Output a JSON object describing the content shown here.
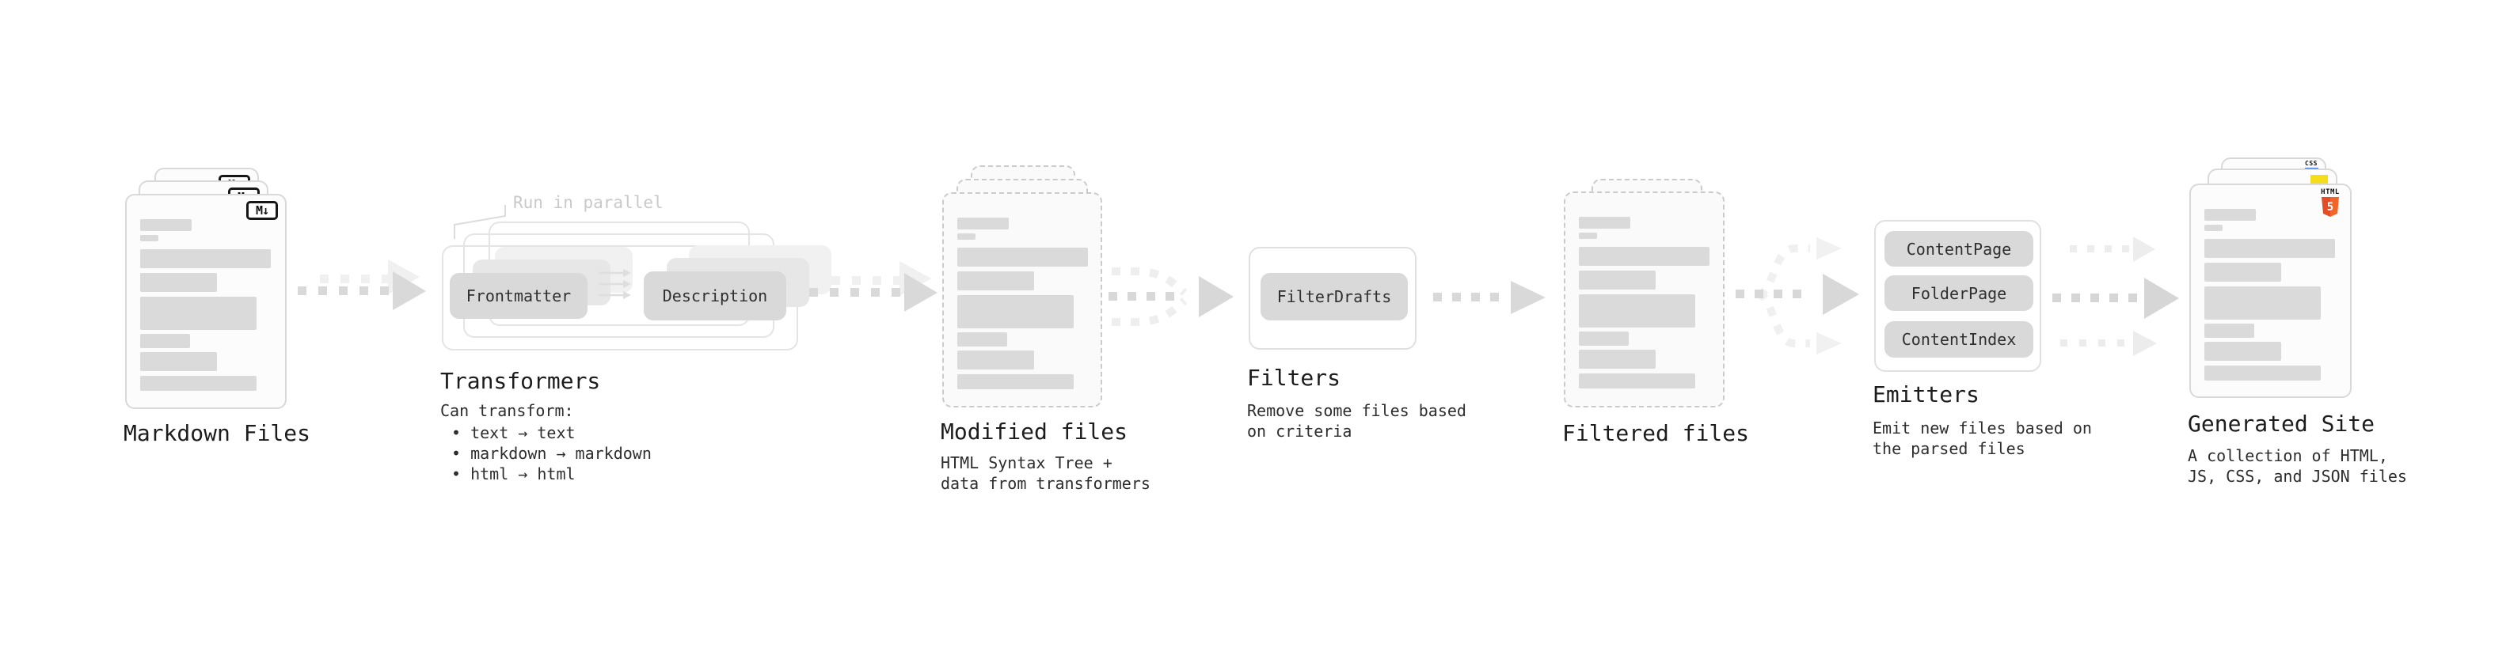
{
  "diagram": {
    "markdown_files": {
      "label": "Markdown Files",
      "badge": "M↓"
    },
    "transformers": {
      "label": "Transformers",
      "note": "Run in parallel",
      "pills": [
        "Frontmatter",
        "Description"
      ],
      "detail_heading": "Can transform:",
      "bullets": [
        "• text → text",
        "• markdown → markdown",
        "• html → html"
      ]
    },
    "modified_files": {
      "label": "Modified files",
      "description": "HTML Syntax Tree +\ndata from transformers"
    },
    "filters": {
      "label": "Filters",
      "pills": [
        "FilterDrafts"
      ],
      "description": "Remove some files based\non criteria"
    },
    "filtered_files": {
      "label": "Filtered files"
    },
    "emitters": {
      "label": "Emitters",
      "pills": [
        "ContentPage",
        "FolderPage",
        "ContentIndex"
      ],
      "description": "Emit new files based on\nthe parsed files"
    },
    "generated_site": {
      "label": "Generated Site",
      "description": "A collection of HTML,\nJS, CSS, and JSON files",
      "html5_badge_text": "HTML",
      "html5_badge_number": "5",
      "css_badge_text": "CSS"
    }
  },
  "colors": {
    "arrow_main": "#d9d9d9",
    "arrow_ghost": "#f0f0f0",
    "pill_fill": "#d9d9d9",
    "card_border": "#d9d9d9",
    "dashed_border": "#cbcbcb",
    "skeleton_line": "#dadada",
    "note_text": "#c9c9c9",
    "label_text": "#1c1c1c",
    "html5_orange": "#e44d26",
    "css_blue": "#2b62e4",
    "js_yellow": "#f5de19"
  }
}
